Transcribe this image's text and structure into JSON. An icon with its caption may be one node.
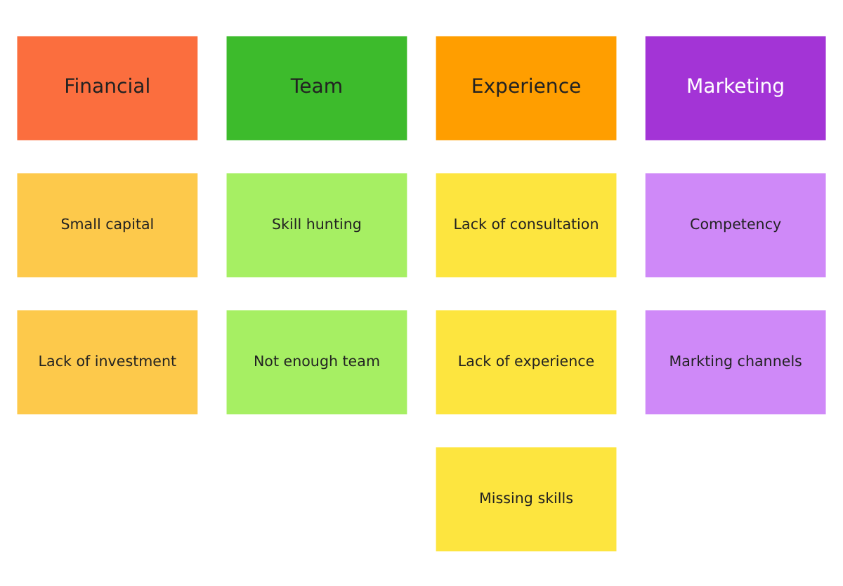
{
  "diagram": {
    "nodes": [
      {
        "text": [
          "Financial"
        ]
      },
      {
        "text": [
          "Team"
        ]
      },
      {
        "text": [
          "Experience"
        ]
      },
      {
        "text": [
          "Marketing"
        ]
      },
      {
        "text": [
          "Small capital"
        ]
      },
      {
        "text": [
          "Skill hunting"
        ]
      },
      {
        "text": [
          "Lack of consultation"
        ]
      },
      {
        "text": [
          "Competency"
        ]
      },
      {
        "text": [
          "Lack of investment"
        ]
      },
      {
        "text": [
          "Not enough team"
        ]
      },
      {
        "text": [
          "Lack of experience"
        ]
      },
      {
        "text": [
          "Markting channels"
        ]
      },
      {
        "text": [
          "Missing skills"
        ]
      }
    ],
    "edges": []
  }
}
